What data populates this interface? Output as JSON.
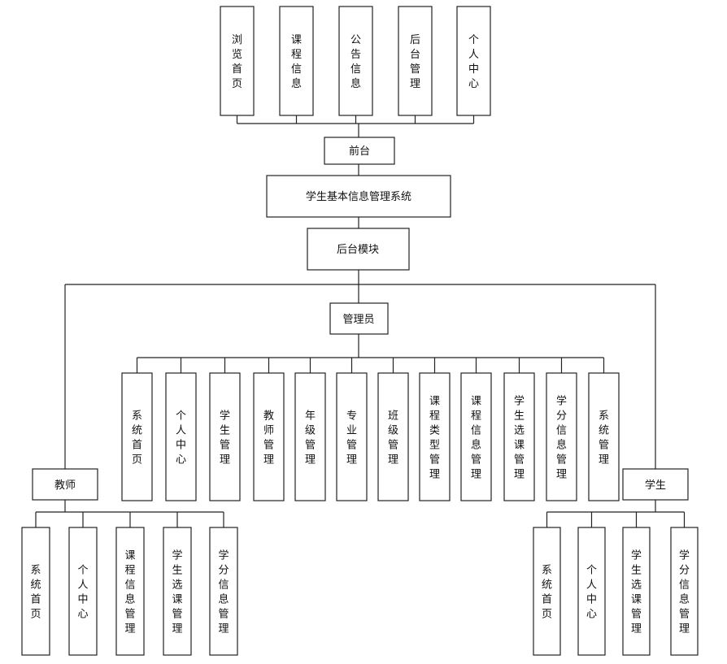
{
  "system": {
    "label": "学生基本信息管理系统"
  },
  "front": {
    "label": "前台",
    "children": [
      "浏览首页",
      "课程信息",
      "公告信息",
      "后台管理",
      "个人中心"
    ]
  },
  "backend": {
    "label": "后台模块"
  },
  "admin": {
    "label": "管理员",
    "children": [
      "系统首页",
      "个人中心",
      "学生管理",
      "教师管理",
      "年级管理",
      "专业管理",
      "班级管理",
      "课程类型管理",
      "课程信息管理",
      "学生选课管理",
      "学分信息管理",
      "系统管理"
    ]
  },
  "teacher": {
    "label": "教师",
    "children": [
      "系统首页",
      "个人中心",
      "课程信息管理",
      "学生选课管理",
      "学分信息管理"
    ]
  },
  "student": {
    "label": "学生",
    "children": [
      "系统首页",
      "个人中心",
      "学生选课管理",
      "学分信息管理"
    ]
  }
}
